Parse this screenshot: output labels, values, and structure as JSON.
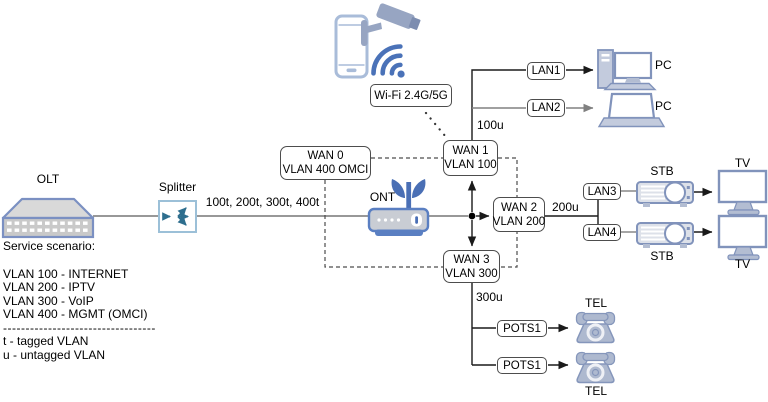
{
  "nodes": {
    "wan0": {
      "line1": "WAN 0",
      "line2": "VLAN 400 OMCI"
    },
    "wan1": {
      "line1": "WAN 1",
      "line2": "VLAN 100"
    },
    "wan2": {
      "line1": "WAN 2",
      "line2": "VLAN 200"
    },
    "wan3": {
      "line1": "WAN 3",
      "line2": "VLAN 300"
    },
    "lan1": {
      "label": "LAN1"
    },
    "lan2": {
      "label": "LAN2"
    },
    "lan3": {
      "label": "LAN3"
    },
    "lan4": {
      "label": "LAN4"
    },
    "pots_top": {
      "label": "POTS1"
    },
    "pots_bottom": {
      "label": "POTS1"
    },
    "wifi": {
      "label": "Wi-Fi 2.4G/5G"
    }
  },
  "devices": {
    "olt": "OLT",
    "splitter": "Splitter",
    "ont": "ONT",
    "pc_desktop": "PC",
    "pc_laptop": "PC",
    "stb_top": "STB",
    "stb_bottom": "STB",
    "tv_top": "TV",
    "tv_bottom": "TV",
    "tel_top": "TEL",
    "tel_bottom": "TEL"
  },
  "link_labels": {
    "fiber_vlans": "100t, 200t, 300t, 400t",
    "wan1_port": "100u",
    "wan2_port": "200u",
    "wan3_port": "300u"
  },
  "legend": {
    "title": "Service scenario:",
    "vlans": [
      "VLAN 100 - INTERNET",
      "VLAN 200 - IPTV",
      "VLAN 300 - VoIP",
      "VLAN 400 - MGMT (OMCI)"
    ],
    "divider": "----------------------------------",
    "notes": [
      "t - tagged VLAN",
      "u - untagged VLAN"
    ]
  },
  "icons": {
    "smartphone": "smartphone-icon",
    "camera": "cctv-camera-icon",
    "wifi": "wifi-signal-icon",
    "olt": "olt-switch-icon",
    "splitter": "optical-splitter-icon",
    "ont": "wireless-router-icon",
    "pc_desktop": "desktop-pc-icon",
    "pc_laptop": "laptop-icon",
    "stb": "set-top-box-icon",
    "tv": "tv-icon",
    "tel": "telephone-icon"
  },
  "colors": {
    "accent_blue": "#5a7fc2",
    "icon_blue": "#4a72b8",
    "device_outline": "#8193bb",
    "device_fill": "#c3cbdd",
    "splitter_teal": "#2e6e8e",
    "phone_fill": "#aeb9cf",
    "line_gray": "#8a8a8a",
    "box_border": "#4d4d4d"
  }
}
